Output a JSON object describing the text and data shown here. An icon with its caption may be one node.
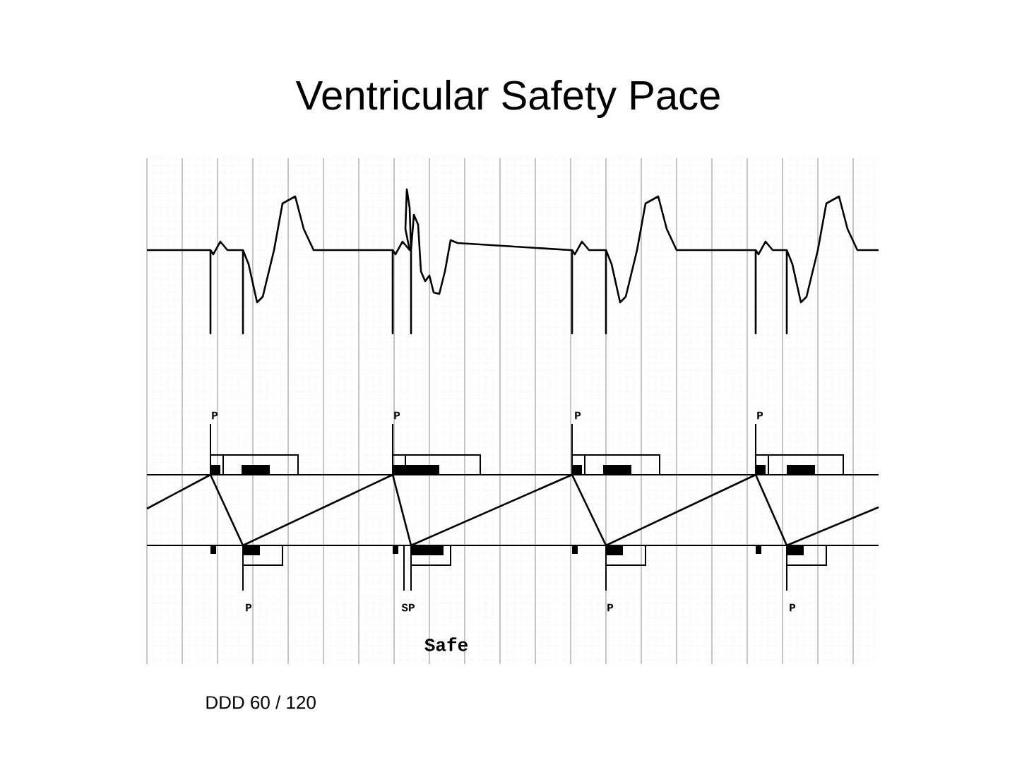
{
  "diagram": {
    "title": "Ventricular Safety Pace",
    "caption": "DDD 60 / 120",
    "labels": [
      "P",
      "P",
      "P",
      "P",
      "P",
      "SP",
      "P",
      "P",
      "Safe"
    ]
  }
}
